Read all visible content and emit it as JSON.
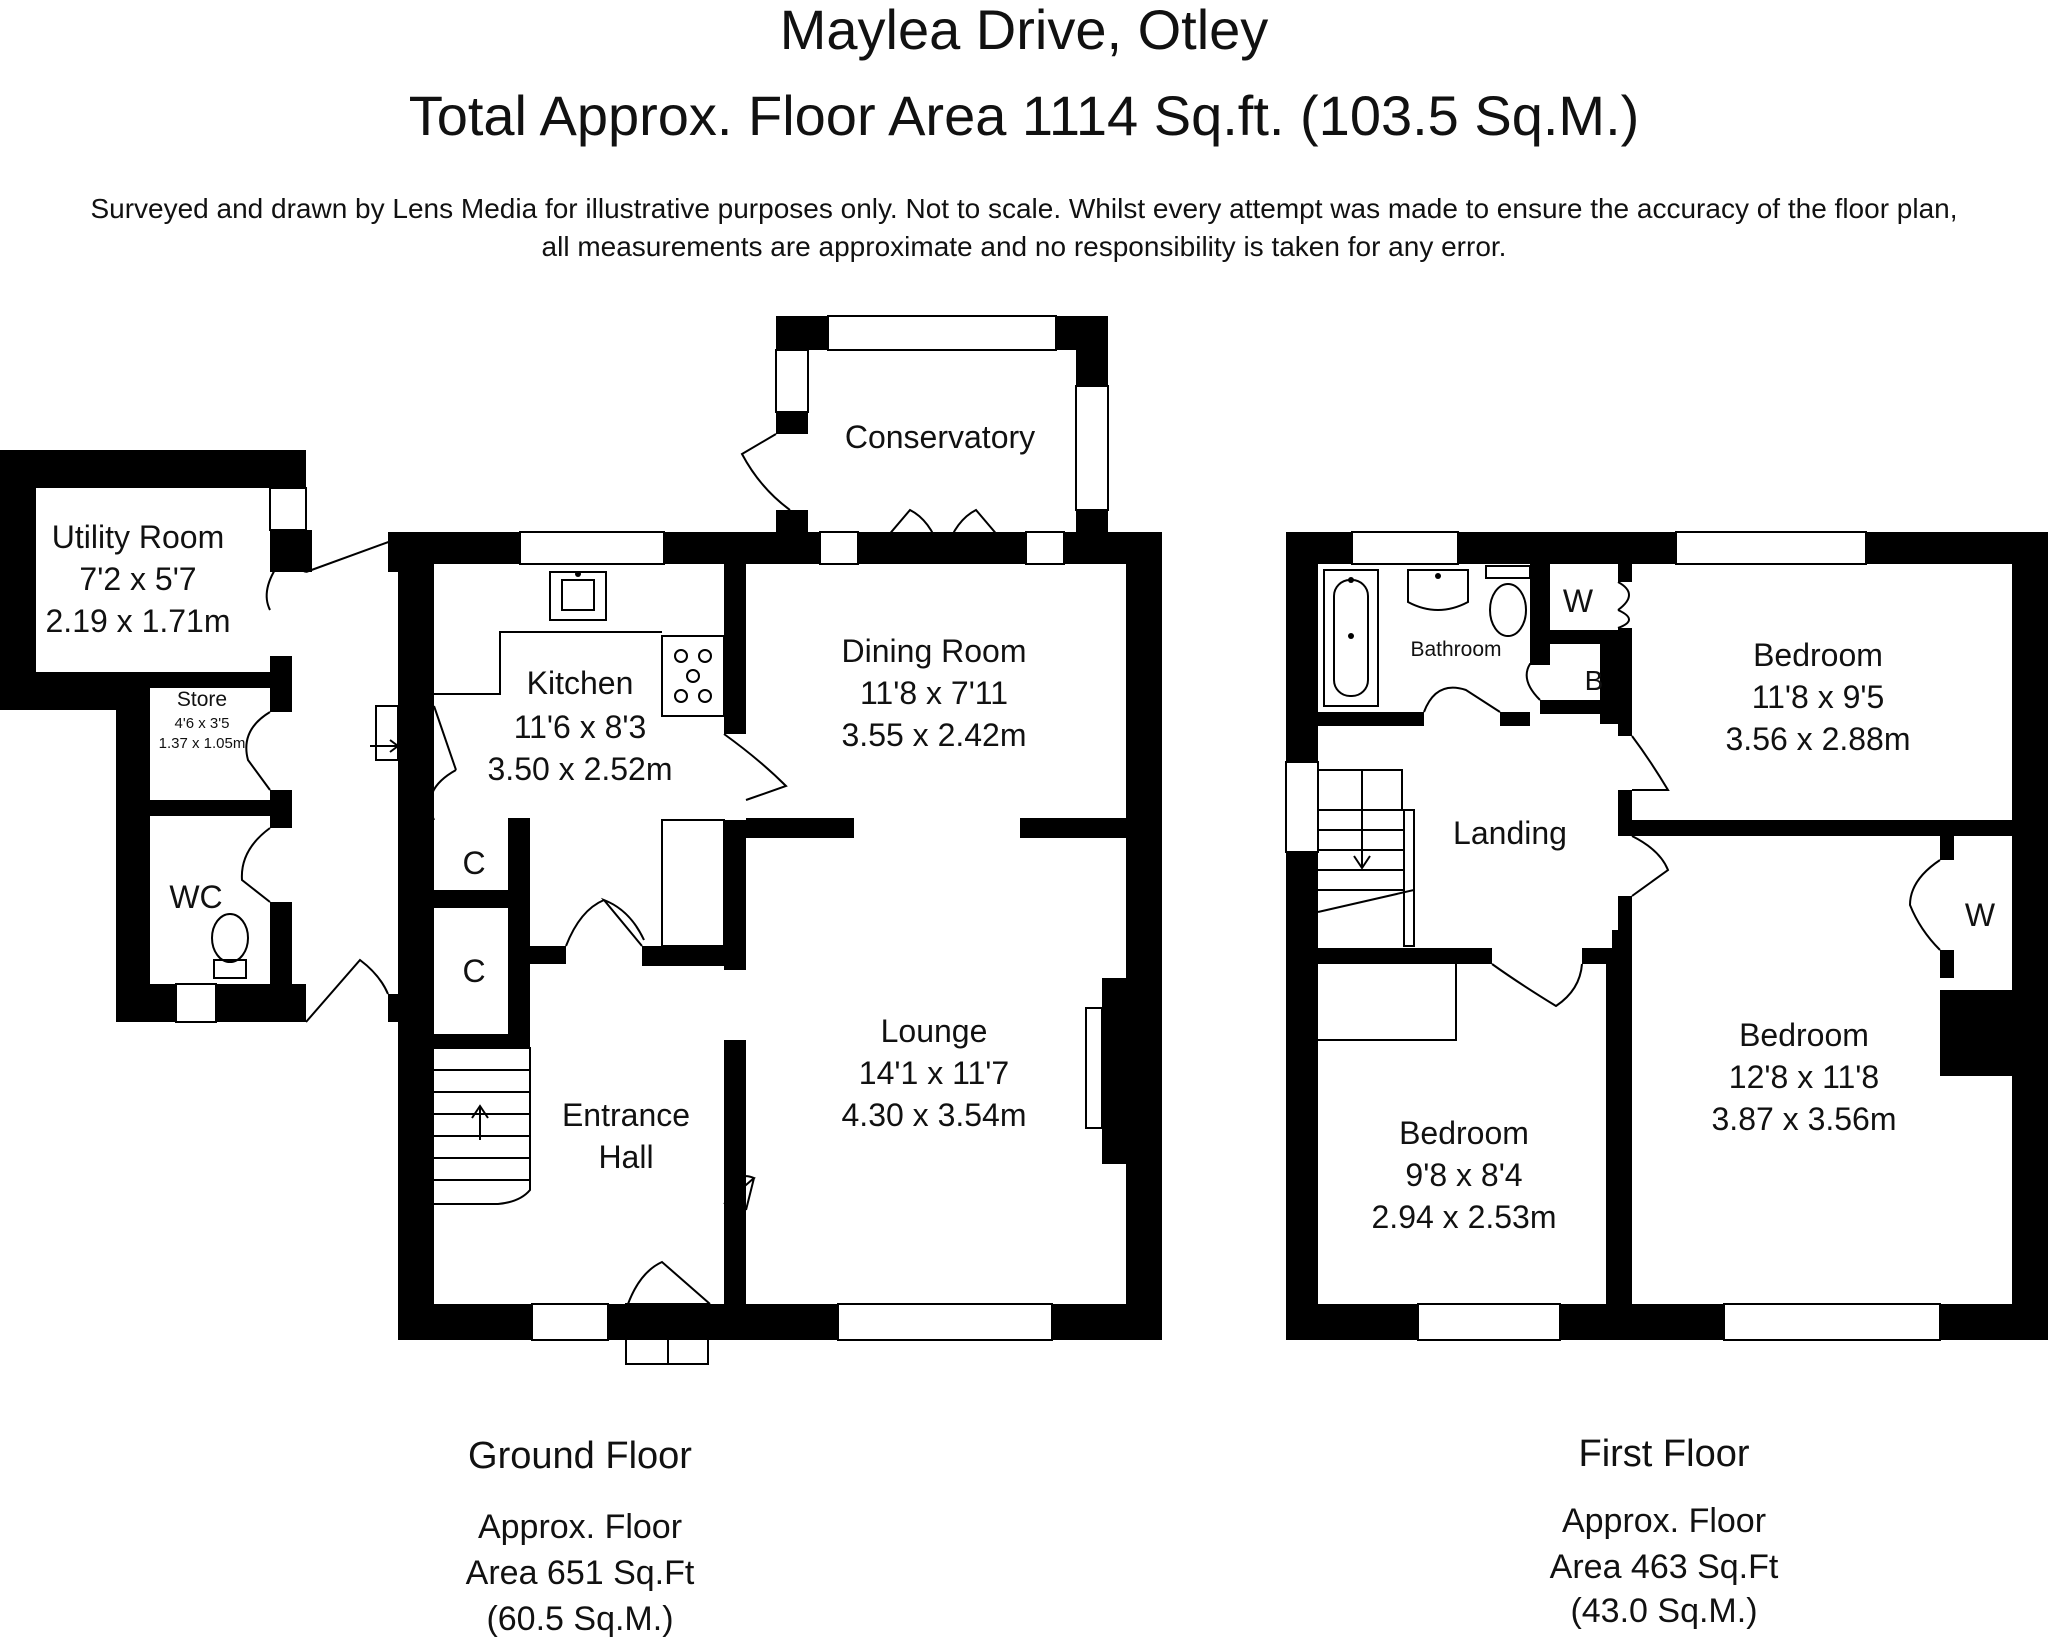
{
  "header": {
    "title": "Maylea Drive, Otley",
    "total_area": "Total Approx. Floor Area 1114 Sq.ft. (103.5 Sq.M.)",
    "disclaimer_line1": "Surveyed and drawn by Lens Media for illustrative purposes only. Not to scale. Whilst every attempt was made to ensure the accuracy of the floor plan,",
    "disclaimer_line2": "all measurements are approximate and no responsibility is taken for any error."
  },
  "ground_floor": {
    "caption": "Ground Floor",
    "area_line1": "Approx. Floor",
    "area_line2": "Area 651 Sq.Ft",
    "area_line3": "(60.5 Sq.M.)",
    "rooms": {
      "conservatory": {
        "name": "Conservatory"
      },
      "utility": {
        "name": "Utility Room",
        "imperial": "7'2 x 5'7",
        "metric": "2.19 x 1.71m"
      },
      "store": {
        "name": "Store",
        "imperial": "4'6 x 3'5",
        "metric": "1.37 x 1.05m"
      },
      "wc": {
        "name": "WC"
      },
      "kitchen": {
        "name": "Kitchen",
        "imperial": "11'6 x 8'3",
        "metric": "3.50 x 2.52m"
      },
      "dining": {
        "name": "Dining Room",
        "imperial": "11'8 x 7'11",
        "metric": "3.55 x 2.42m"
      },
      "cupboard1": {
        "name": "C"
      },
      "cupboard2": {
        "name": "C"
      },
      "lounge": {
        "name": "Lounge",
        "imperial": "14'1 x 11'7",
        "metric": "4.30 x 3.54m"
      },
      "hall": {
        "name_line1": "Entrance",
        "name_line2": "Hall"
      }
    }
  },
  "first_floor": {
    "caption": "First Floor",
    "area_line1": "Approx. Floor",
    "area_line2": "Area 463 Sq.Ft",
    "area_line3": "(43.0 Sq.M.)",
    "rooms": {
      "bathroom": {
        "name": "Bathroom"
      },
      "wardrobe1": {
        "name": "W"
      },
      "boiler": {
        "name": "B"
      },
      "bedroom1": {
        "name": "Bedroom",
        "imperial": "11'8 x 9'5",
        "metric": "3.56 x 2.88m"
      },
      "landing": {
        "name": "Landing"
      },
      "wardrobe2": {
        "name": "W"
      },
      "bedroom2": {
        "name": "Bedroom",
        "imperial": "12'8 x 11'8",
        "metric": "3.87 x 3.56m"
      },
      "bedroom3": {
        "name": "Bedroom",
        "imperial": "9'8 x 8'4",
        "metric": "2.94 x 2.53m"
      }
    }
  }
}
